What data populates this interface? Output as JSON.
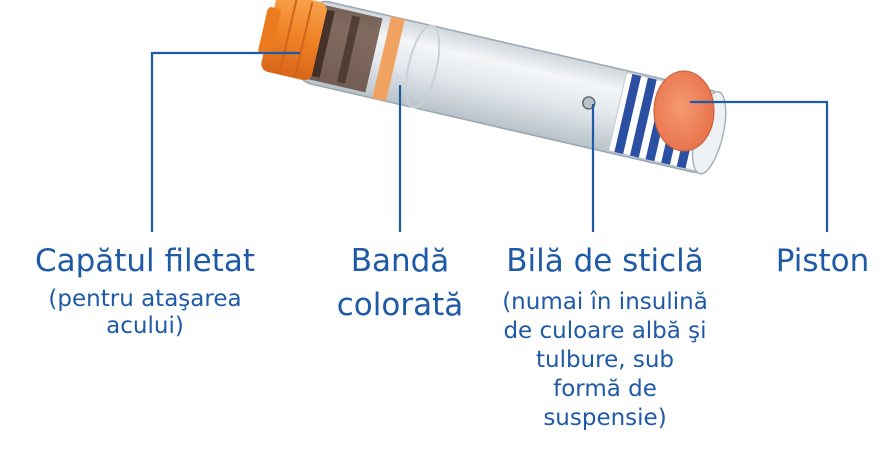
{
  "labels": {
    "threaded_end": {
      "title": "Capătul filetat",
      "note": [
        "(pentru ataşarea",
        "acului)"
      ]
    },
    "colored_band": {
      "title": [
        "Bandă",
        "colorată"
      ]
    },
    "glass_ball": {
      "title": "Bilă de sticlă",
      "note": [
        "(numai în insulină",
        "de culoare albă şi",
        "tulbure, sub",
        "formă de",
        "suspensie)"
      ]
    },
    "piston": {
      "title": "Piston"
    }
  },
  "colors": {
    "label_text": "#1f5aa6",
    "leader_line": "#1f5aa6",
    "cap": "#f28a2e",
    "band": "#f0a260",
    "piston": "#f0855a",
    "stripes": "#2a4fa3",
    "glass": "#e6ebef"
  }
}
